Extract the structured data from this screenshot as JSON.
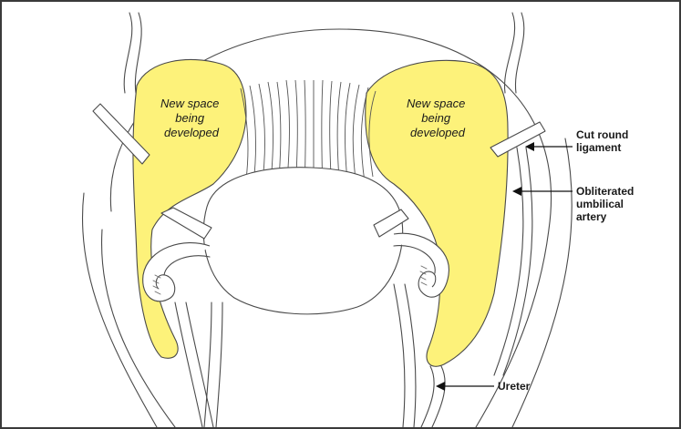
{
  "diagram": {
    "space_label_left": [
      "New space",
      "being",
      "developed"
    ],
    "space_label_right": [
      "New space",
      "being",
      "developed"
    ],
    "callouts": {
      "round_ligament": [
        "Cut round",
        "ligament"
      ],
      "umbilical_artery": [
        "Obliterated",
        "umbilical",
        "artery"
      ],
      "ureter": [
        "Ureter"
      ]
    },
    "colors": {
      "space_fill": "#fdf27a",
      "outline": "#4a4a4a",
      "frame": "#3a3a3a"
    }
  }
}
